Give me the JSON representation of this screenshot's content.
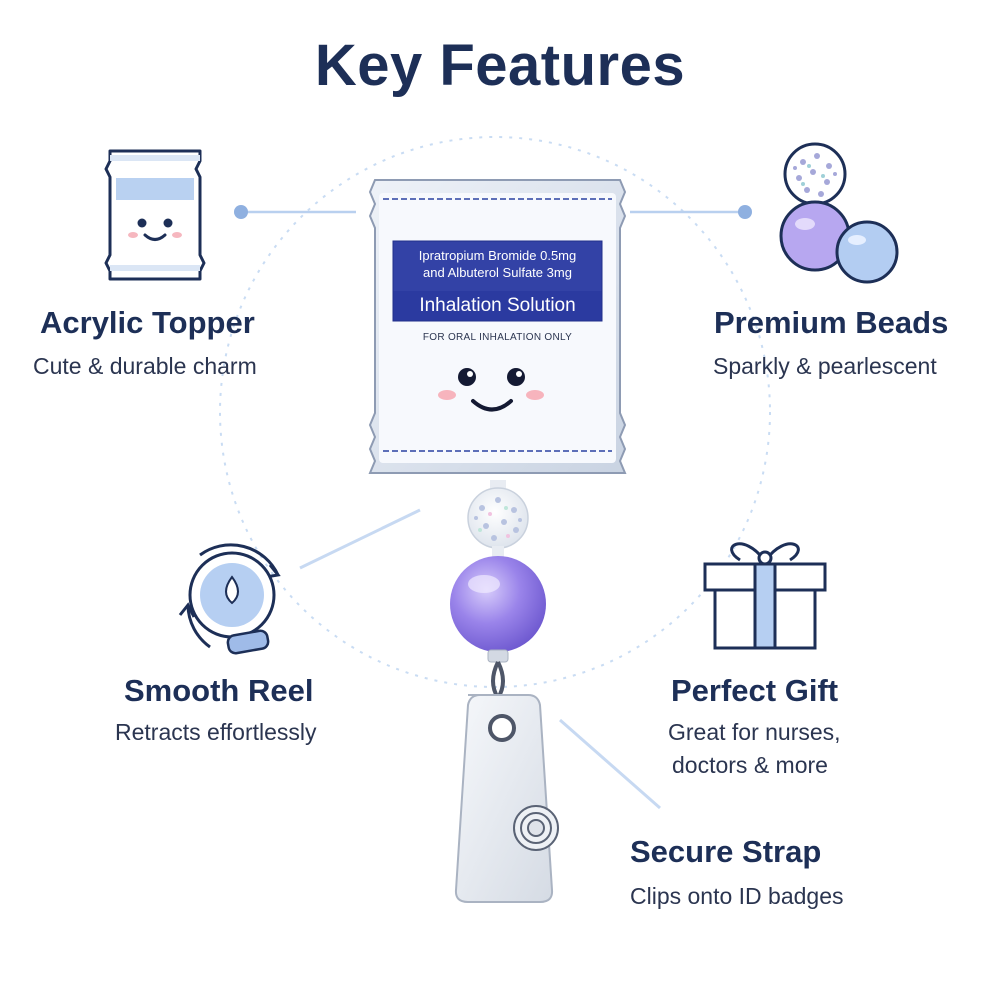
{
  "page": {
    "title": "Key Features"
  },
  "topper_label": {
    "line1": "Ipratropium Bromide 0.5mg",
    "line2": "and Albuterol Sulfate 3mg",
    "band": "Inhalation Solution",
    "note": "FOR ORAL INHALATION ONLY"
  },
  "features": {
    "acrylic_topper": {
      "title": "Acrylic Topper",
      "desc": "Cute & durable charm"
    },
    "premium_beads": {
      "title": "Premium Beads",
      "desc": "Sparkly & pearlescent"
    },
    "smooth_reel": {
      "title": "Smooth Reel",
      "desc": "Retracts effortlessly"
    },
    "perfect_gift": {
      "title": "Perfect Gift",
      "desc_line1": "Great for nurses,",
      "desc_line2": "doctors & more"
    },
    "secure_strap": {
      "title": "Secure Strap",
      "desc": "Clips onto ID badges"
    }
  },
  "colors": {
    "title_navy": "#1d2f57",
    "label_blue": "#2c3f9e",
    "accent_light_blue": "#a9c6ee",
    "bead_purple": "#8b7fe6",
    "connector": "#c7d9f2"
  },
  "icons": [
    "pouch-icon",
    "beads-icon",
    "reel-icon",
    "gift-icon"
  ]
}
